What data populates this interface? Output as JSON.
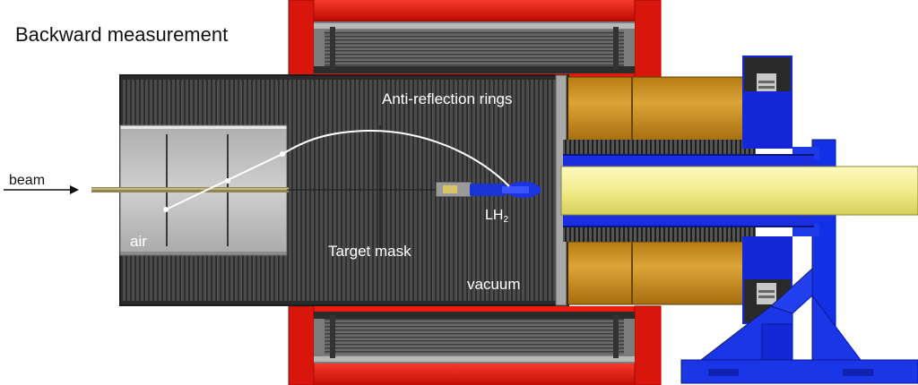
{
  "title": "Backward measurement",
  "labels": {
    "beam": "beam",
    "anti_reflection": "Anti-reflection rings",
    "air": "air",
    "target_mask": "Target mask",
    "vacuum": "vacuum",
    "lh2_main": "LH",
    "lh2_sub": "2"
  },
  "colors": {
    "magnet_red": "#ea1c10",
    "chamber_dark": "#4a4a4a",
    "air_gray": "#bdbdbd",
    "copper": "#c9921e",
    "stand_blue": "#1a36e6",
    "beam_pipe_yellow": "#f4f19c",
    "trajectory": "#ffffff"
  }
}
